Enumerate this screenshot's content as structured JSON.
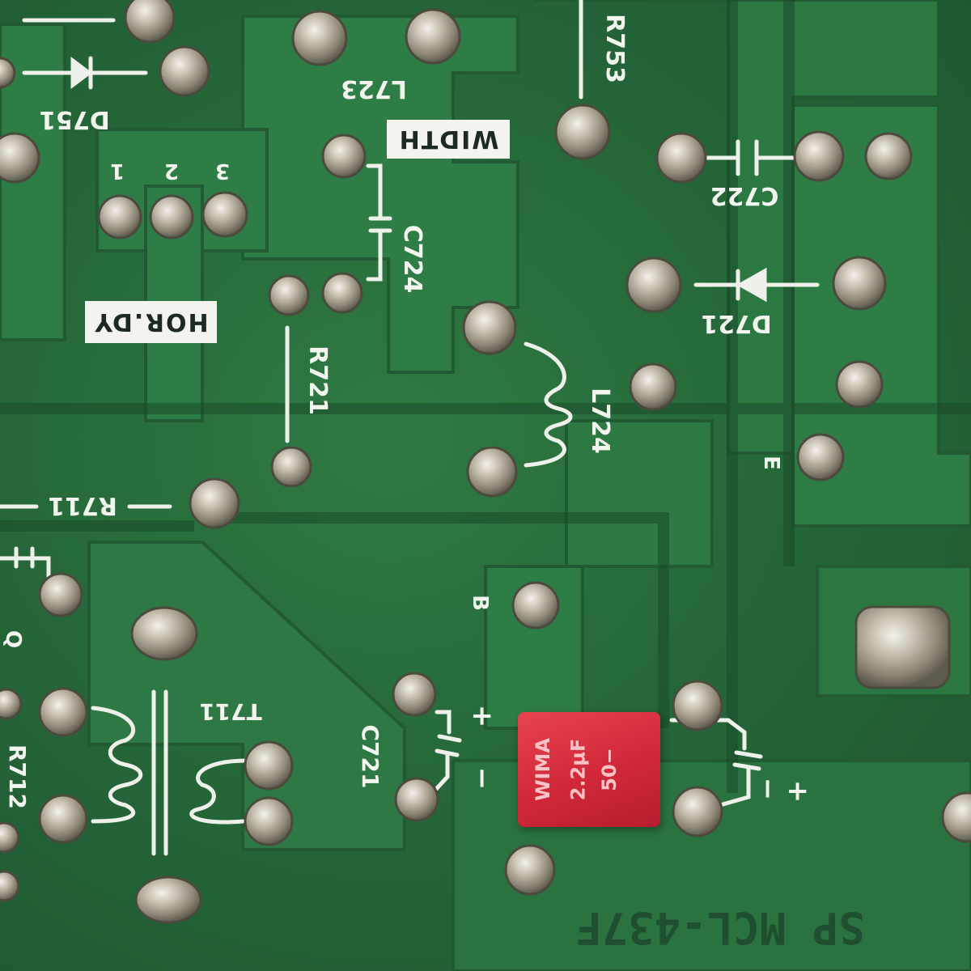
{
  "board": {
    "part_number": "SP MCL-437F",
    "boxed_labels": {
      "width": "WIDTH",
      "hor_dy": "HOR.DY"
    },
    "designators": {
      "d751": "D751",
      "l723": "L723",
      "r753": "R753",
      "c722": "C722",
      "c724": "C724",
      "d721": "D721",
      "r721": "R721",
      "l724": "L724",
      "r711": "R711",
      "r712": "R712",
      "t711": "T711",
      "c721": "C721"
    },
    "pins": {
      "p1": "1",
      "p2": "2",
      "p3": "3"
    },
    "pads": {
      "e": "E",
      "b": "B",
      "q": "Q"
    },
    "polarity": {
      "plus_a": "+",
      "minus_a": "−",
      "plus_b": "+",
      "minus_b": "−"
    }
  },
  "capacitor": {
    "brand": "WIMA",
    "value": "2.2µF",
    "voltage": "50−"
  },
  "colors": {
    "pcb": "#26683a",
    "trace": "#2f7d45",
    "silkscreen": "#f2f4ee",
    "solder": "#c8c2b4",
    "cap_body": "#d0283a"
  }
}
